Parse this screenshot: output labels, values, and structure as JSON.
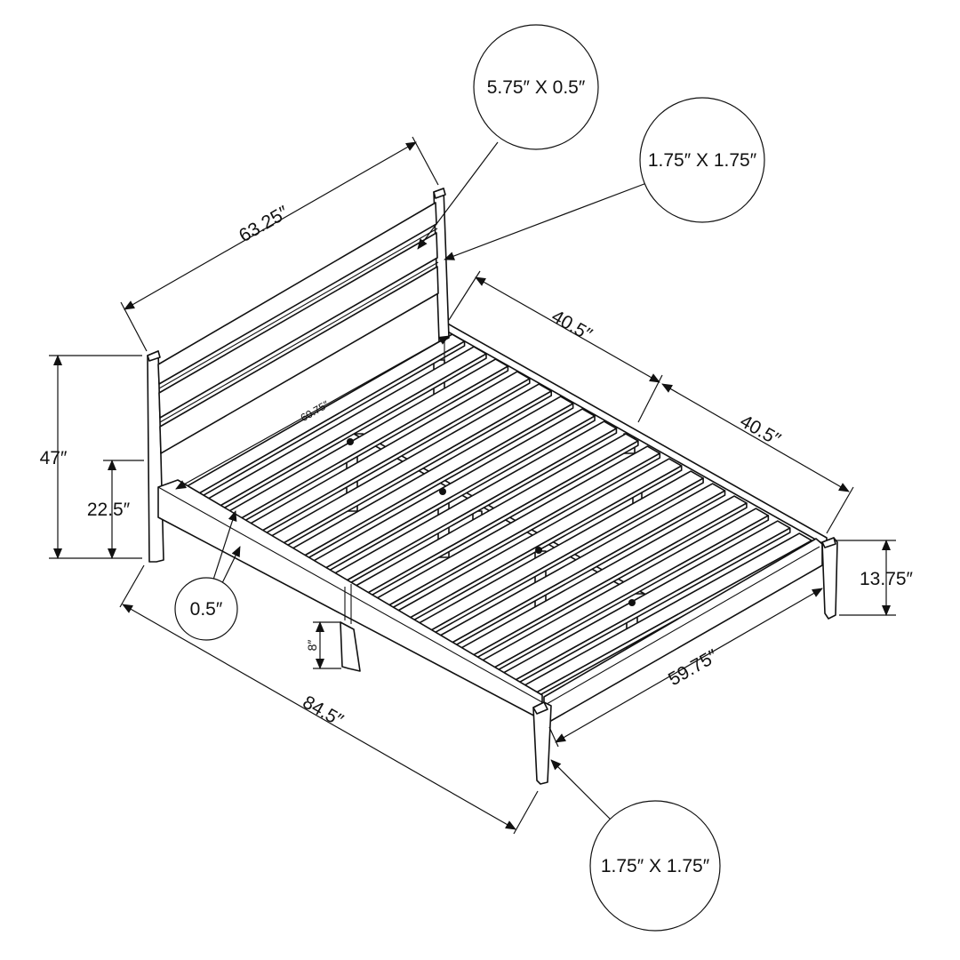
{
  "dimensions": {
    "headboard_width": "63.25″",
    "total_height": "47″",
    "headboard_leg_height": "22.5″",
    "inner_width": "60.75″",
    "half_length_rear": "40.5″",
    "half_length_front": "40.5″",
    "total_length": "84.5″",
    "footboard_width": "59.75″",
    "footboard_height": "13.75″",
    "center_leg_height": "8″",
    "slat_gap": "0.5″"
  },
  "callouts": {
    "slat_size": "5.75″ X 0.5″",
    "headboard_post_size": "1.75″ X 1.75″",
    "slat_thickness": "0.5″",
    "foot_leg_size": "1.75″ X 1.75″"
  }
}
